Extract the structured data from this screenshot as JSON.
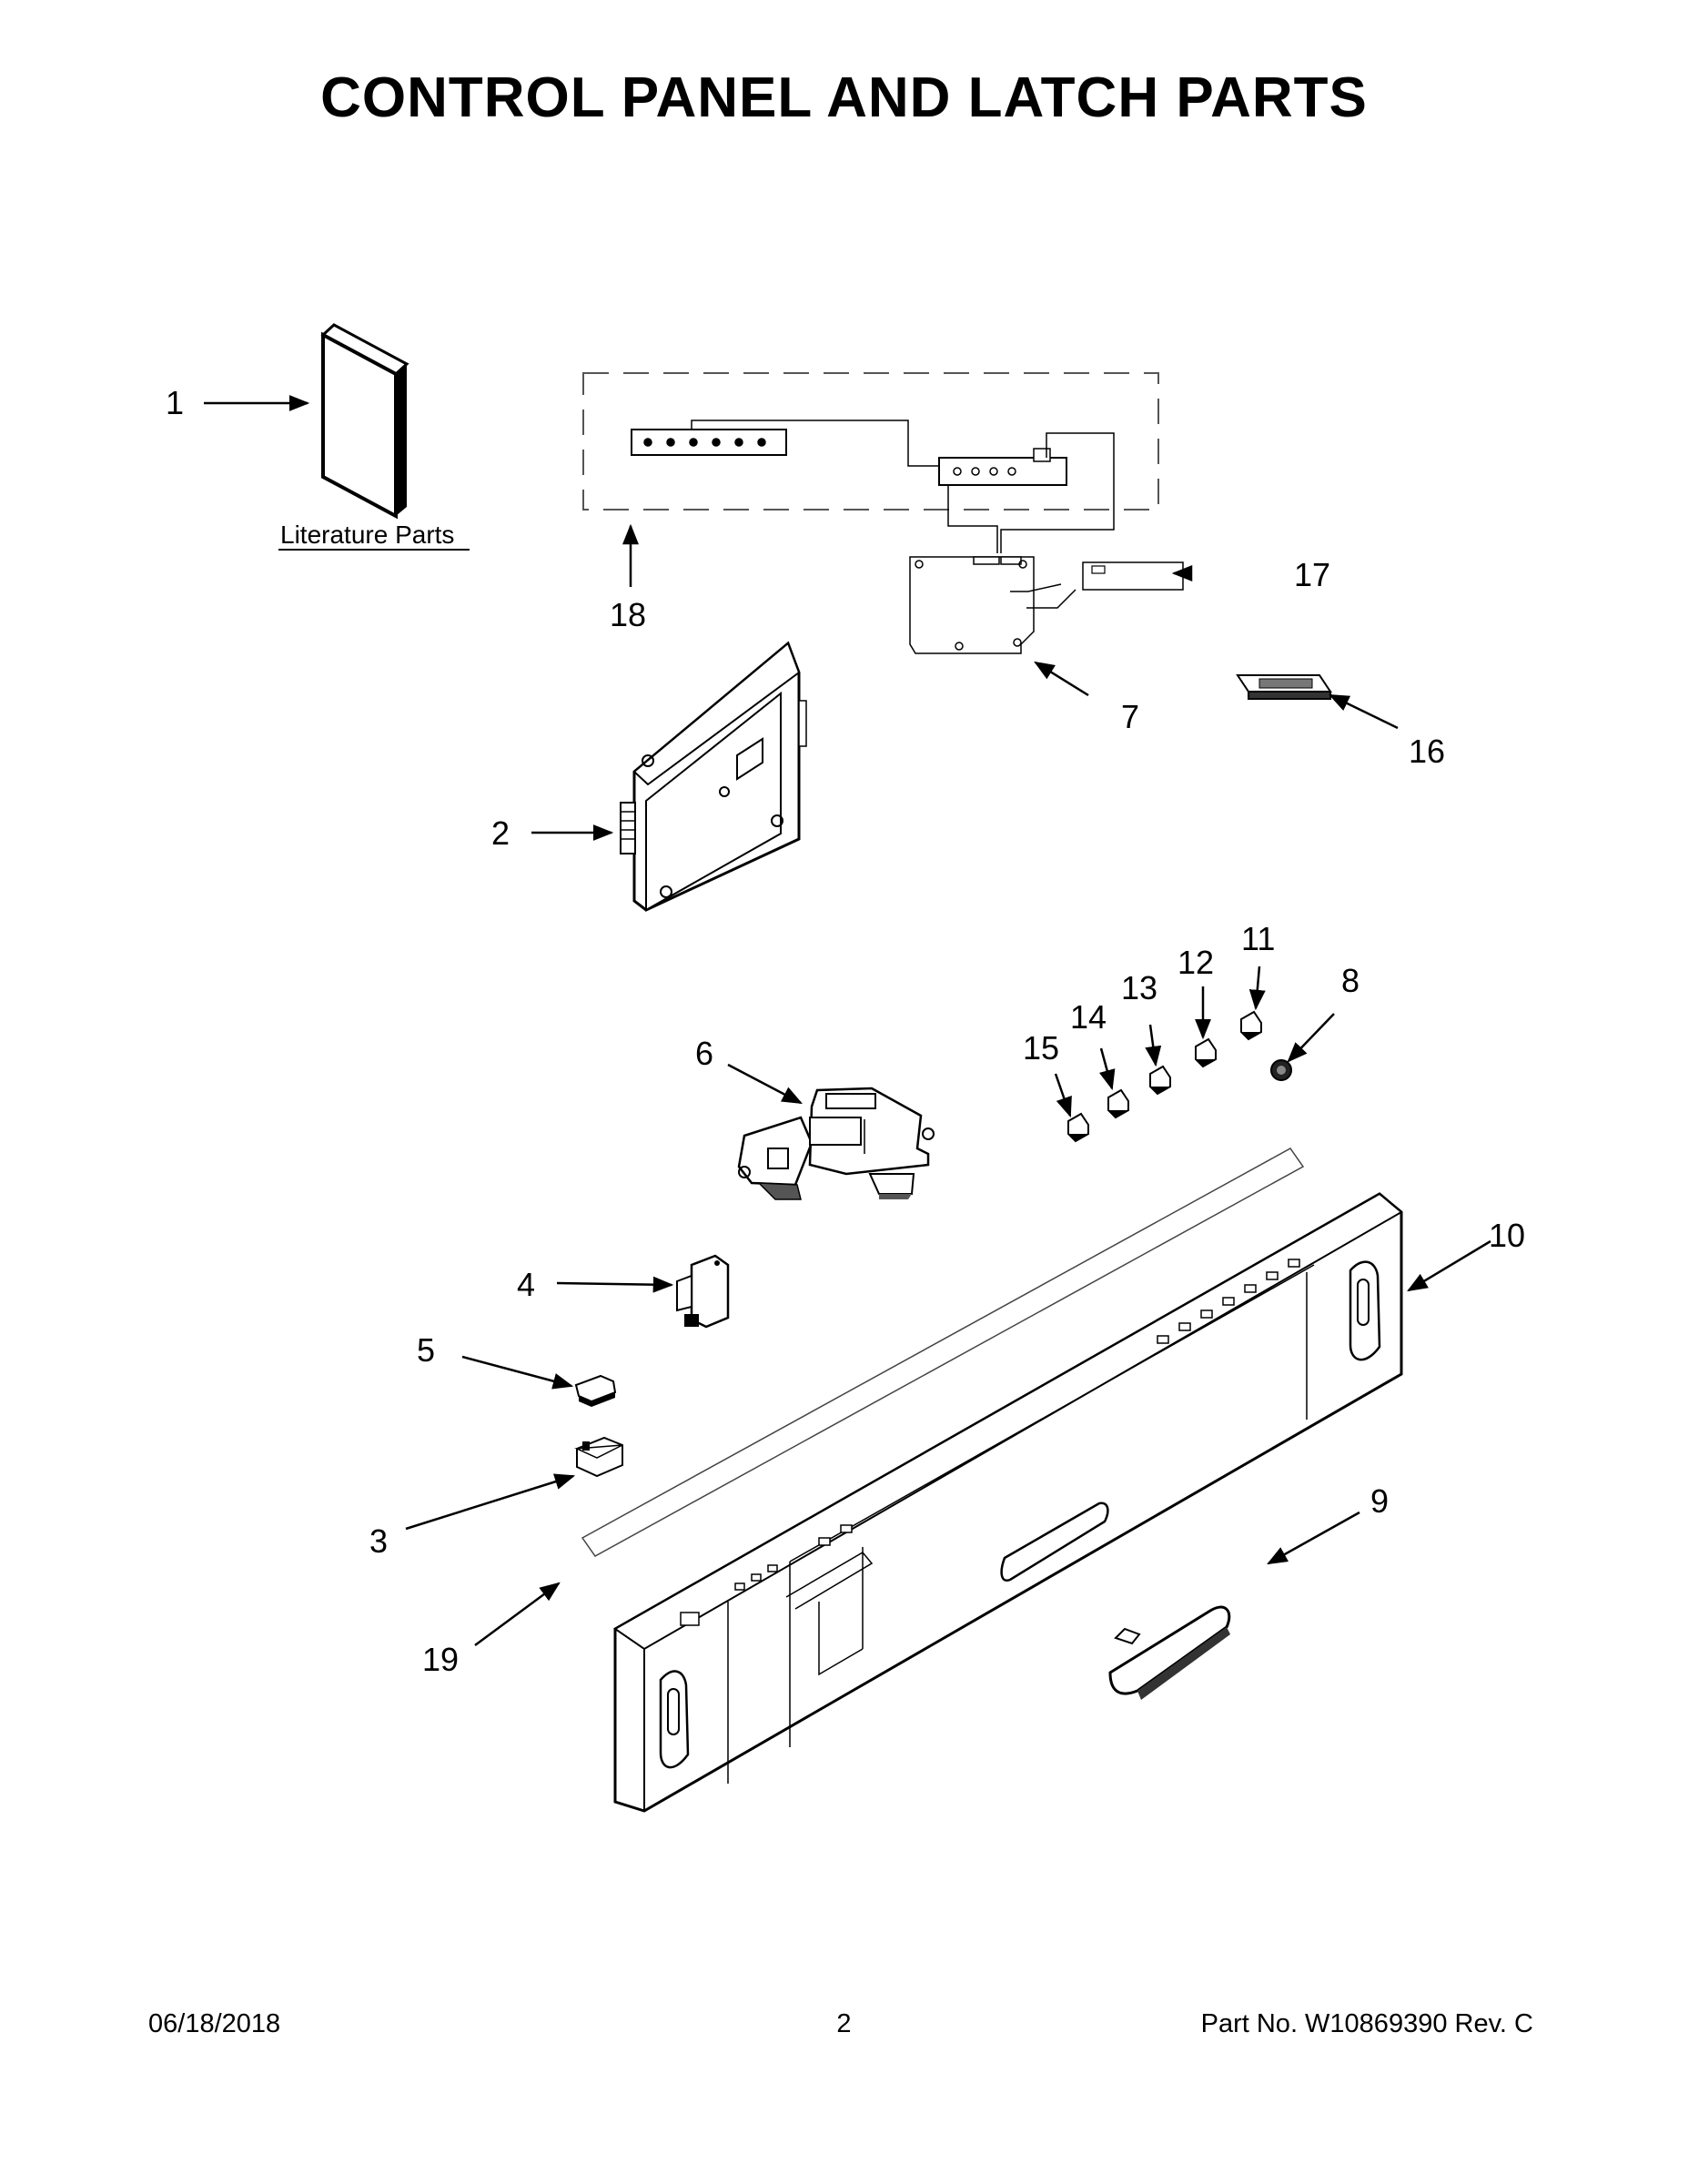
{
  "header": {
    "title": "CONTROL PANEL AND LATCH PARTS"
  },
  "literature_label": "Literature Parts",
  "callouts": {
    "c1": "1",
    "c2": "2",
    "c3": "3",
    "c4": "4",
    "c5": "5",
    "c6": "6",
    "c7": "7",
    "c8": "8",
    "c9": "9",
    "c10": "10",
    "c11": "11",
    "c12": "12",
    "c13": "13",
    "c14": "14",
    "c15": "15",
    "c16": "16",
    "c17": "17",
    "c18": "18",
    "c19": "19"
  },
  "footer": {
    "date": "06/18/2018",
    "page": "2",
    "part_no": "Part No.  W10869390  Rev.  C"
  }
}
